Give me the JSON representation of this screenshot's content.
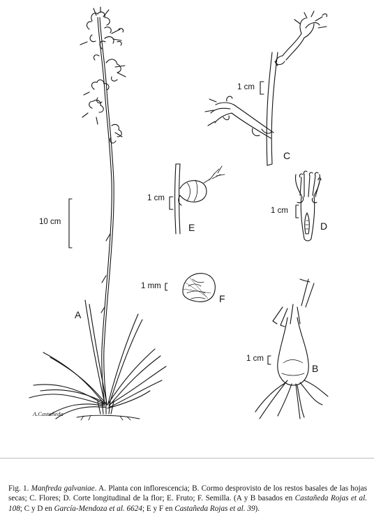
{
  "labels": {
    "A": "A",
    "B": "B",
    "C": "C",
    "D": "D",
    "E": "E",
    "F": "F"
  },
  "scales": {
    "A": "10 cm",
    "B": "1 cm",
    "C": "1 cm",
    "D": "1 cm",
    "E": "1 cm",
    "F": "1 mm"
  },
  "signature": "A.Castañeda",
  "caption": {
    "fig": "Fig. 1. ",
    "species": "Manfreda galvaniae",
    "part1": ". A. Planta con inflorescencia; B. Cormo desprovisto de los restos basales de las hojas secas; C. Flores; D. Corte longitudinal de la flor; E. Fruto; F. Semilla. (A y B basados en ",
    "ref1": "Castañeda Rojas et al. 108",
    "part2": "; C y D en ",
    "ref2": "García-Mendoza et al. 6624",
    "part3": "; E y F en ",
    "ref3": "Castañeda Rojas et al. 39",
    "part4": ")."
  }
}
